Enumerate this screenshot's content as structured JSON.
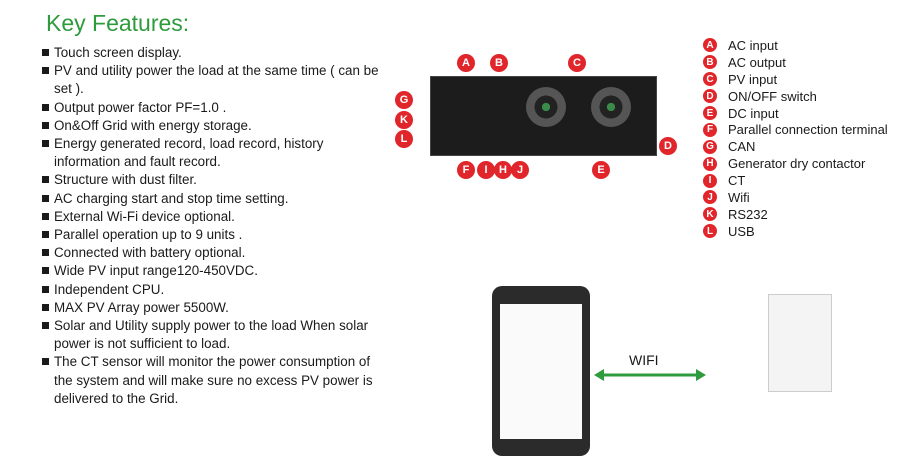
{
  "title": "Key Features:",
  "features": [
    "Touch screen display.",
    "PV and utility power the load at the same time ( can be set ).",
    "Output power factor PF=1.0 .",
    "On&Off Grid with energy storage.",
    "Energy generated record, load record, history information and fault record.",
    "Structure with dust filter.",
    "AC charging start and stop time setting.",
    "External Wi-Fi device optional.",
    "Parallel operation up to 9 units .",
    "Connected with battery optional.",
    "Wide PV input range120-450VDC.",
    "Independent CPU.",
    "MAX PV Array power 5500W.",
    "Solar and Utility supply power to the load When solar power is not sufficient to load.",
    "The CT sensor will monitor the power consumption of the system and will make sure no excess PV power is delivered to the Grid."
  ],
  "legend": [
    {
      "letter": "A",
      "text": "AC input"
    },
    {
      "letter": "B",
      "text": "AC output"
    },
    {
      "letter": "C",
      "text": "PV input"
    },
    {
      "letter": "D",
      "text": "ON/OFF switch"
    },
    {
      "letter": "E",
      "text": "DC input"
    },
    {
      "letter": "F",
      "text": "Parallel connection terminal"
    },
    {
      "letter": "G",
      "text": "CAN"
    },
    {
      "letter": "H",
      "text": "Generator dry contactor"
    },
    {
      "letter": "I",
      "text": "CT"
    },
    {
      "letter": "J",
      "text": "Wifi"
    },
    {
      "letter": "K",
      "text": "RS232"
    },
    {
      "letter": "L",
      "text": "USB"
    }
  ],
  "wifi_label": "WIFI",
  "colors": {
    "accent_green": "#2e9b3c",
    "callout_red": "#e0262b"
  }
}
